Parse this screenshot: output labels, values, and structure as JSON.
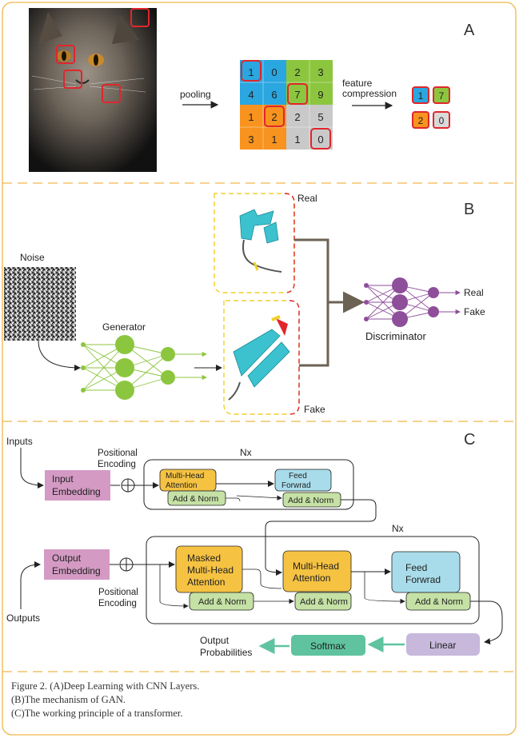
{
  "panels": {
    "a": {
      "letter": "A",
      "pooling_label": "pooling",
      "compression_label_1": "feature",
      "compression_label_2": "compression",
      "grid": [
        [
          "1",
          "0",
          "2",
          "3"
        ],
        [
          "4",
          "6",
          "7",
          "9"
        ],
        [
          "1",
          "2",
          "2",
          "5"
        ],
        [
          "3",
          "1",
          "1",
          "0"
        ]
      ],
      "pooled": [
        "1",
        "7",
        "2",
        "0"
      ]
    },
    "b": {
      "letter": "B",
      "noise_label": "Noise",
      "generator_label": "Generator",
      "real_label": "Real",
      "fake_label": "Fake",
      "discriminator_label": "Discriminator",
      "out_real": "Real",
      "out_fake": "Fake"
    },
    "c": {
      "letter": "C",
      "inputs_label": "Inputs",
      "outputs_label": "Outputs",
      "pos_enc_1a": "Positional",
      "pos_enc_1b": "Encoding",
      "pos_enc_2a": "Positional",
      "pos_enc_2b": "Encoding",
      "input_emb_1": "Input",
      "input_emb_2": "Embedding",
      "output_emb_1": "Output",
      "output_emb_2": "Embedding",
      "nx_enc": "Nx",
      "nx_dec": "Nx",
      "enc_mha_1": "Multi-Head",
      "enc_mha_2": "Attention",
      "enc_ff_1": "Feed",
      "enc_ff_2": "Forwrad",
      "add_norm": "Add & Norm",
      "dec_mmha_1": "Masked",
      "dec_mmha_2": "Multi-Head",
      "dec_mmha_3": "Attention",
      "dec_mha_1": "Multi-Head",
      "dec_mha_2": "Attention",
      "dec_ff_1": "Feed",
      "dec_ff_2": "Forwrad",
      "linear": "Linear",
      "softmax": "Softmax",
      "out_prob_1": "Output",
      "out_prob_2": "Probabilities"
    }
  },
  "caption": {
    "line1": "Figure 2. (A)Deep Learning with CNN Layers.",
    "line2": "(B)The mechanism of GAN.",
    "line3": "(C)The working principle of a transformer."
  },
  "colors": {
    "frame": "#f0b64a",
    "blue": "#2aa6e0",
    "green": "#8cc63f",
    "orange": "#f7931e",
    "gray": "#c9c9c9",
    "red": "#e0262c",
    "gan_green": "#8cc63f",
    "gan_purple": "#8e4e9a",
    "pink": "#d49ac4",
    "yellow": "#f5c242",
    "lightblue": "#a8dcea",
    "lightgreen": "#c5e1a5",
    "teal": "#5fc3a0",
    "lavender": "#c7b8dc"
  }
}
